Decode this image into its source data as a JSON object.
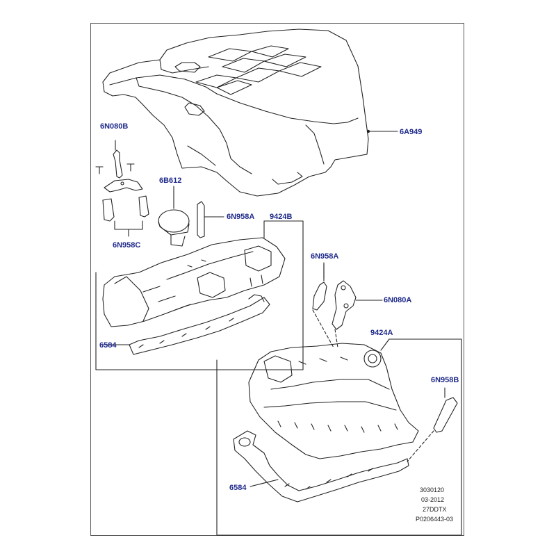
{
  "labels": {
    "engine_cover": "6A949",
    "oil_filler_cap": "6B612",
    "bolt_top_left": "6N080B",
    "hose_pair": "6N958C",
    "stud_left": "6N958A",
    "stud_mid": "6N958A",
    "bracket_right": "6N080A",
    "stud_right": "6N958B",
    "cover_rh": "9424B",
    "cover_lh": "9424A",
    "gasket_upper": "6584",
    "gasket_lower": "6584"
  },
  "reference": {
    "line1": "3030120",
    "line2": "03-2012",
    "line3": "27DDTX",
    "line4": "P0206443-03"
  },
  "colors": {
    "label": "#1f2a8a",
    "line": "#222222",
    "frame": "#5a5a5a"
  }
}
